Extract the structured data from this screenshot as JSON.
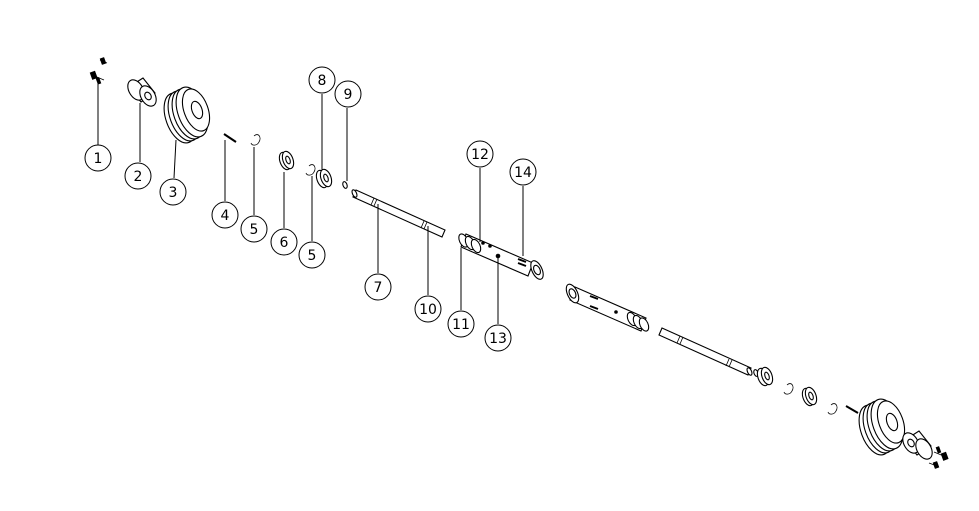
{
  "diagram": {
    "callouts": [
      {
        "id": "c1",
        "label": "1"
      },
      {
        "id": "c2",
        "label": "2"
      },
      {
        "id": "c3",
        "label": "3"
      },
      {
        "id": "c4",
        "label": "4"
      },
      {
        "id": "c5a",
        "label": "5"
      },
      {
        "id": "c6",
        "label": "6"
      },
      {
        "id": "c5b",
        "label": "5"
      },
      {
        "id": "c7",
        "label": "7"
      },
      {
        "id": "c8",
        "label": "8"
      },
      {
        "id": "c9",
        "label": "9"
      },
      {
        "id": "c10",
        "label": "10"
      },
      {
        "id": "c11",
        "label": "11"
      },
      {
        "id": "c12",
        "label": "12"
      },
      {
        "id": "c13",
        "label": "13"
      },
      {
        "id": "c14",
        "label": "14"
      }
    ]
  }
}
